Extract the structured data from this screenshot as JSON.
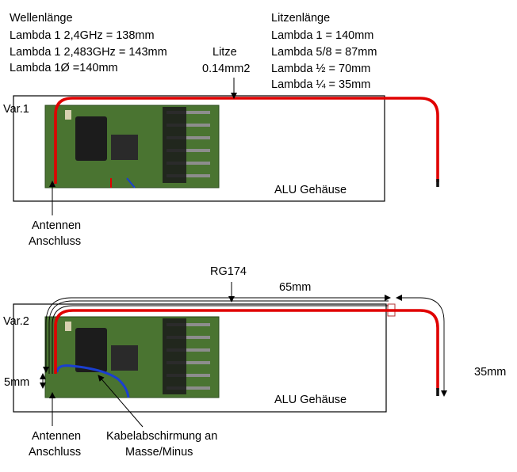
{
  "wavelength": {
    "title": "Wellenlänge",
    "lines": [
      "Lambda 1 2,4GHz = 138mm",
      "Lambda 1 2,483GHz = 143mm",
      "Lambda 1Ø  =140mm"
    ]
  },
  "strand_length": {
    "title": "Litzenlänge",
    "lines": [
      "Lambda 1 = 140mm",
      "Lambda 5/8 = 87mm",
      "Lambda ½ = 70mm",
      "Lambda ¼ = 35mm"
    ]
  },
  "var1": {
    "label": "Var.1",
    "wire_label_line1": "Litze",
    "wire_label_line2": "0.14mm2",
    "housing_label": "ALU Gehäuse",
    "connector_label_line1": "Antennen",
    "connector_label_line2": "Anschluss"
  },
  "var2": {
    "label": "Var.2",
    "cable_label": "RG174",
    "length_65_label": "65mm",
    "length_35_label": "35mm",
    "gap_label": "5mm",
    "housing_label": "ALU Gehäuse",
    "connector_label_line1": "Antennen",
    "connector_label_line2": "Anschluss",
    "shield_label_line1": "Kabelabschirmung an",
    "shield_label_line2": "Masse/Minus"
  },
  "colors": {
    "wire": "#e00000",
    "shield": "#1a3fd0",
    "pcb": "#3f6b2a",
    "pcb_dark": "#24401a",
    "box": "#000000"
  }
}
